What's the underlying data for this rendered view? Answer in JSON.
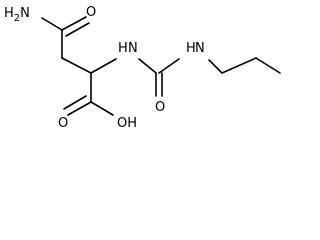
{
  "structure": {
    "atoms": {
      "amide_n": "H2N",
      "amide_o": "O",
      "urea_n1": "N",
      "urea_n1_h": "H",
      "urea_o": "O",
      "urea_n2": "N",
      "urea_n2_h": "H",
      "acid_o": "O",
      "acid_oh": "OH"
    }
  }
}
